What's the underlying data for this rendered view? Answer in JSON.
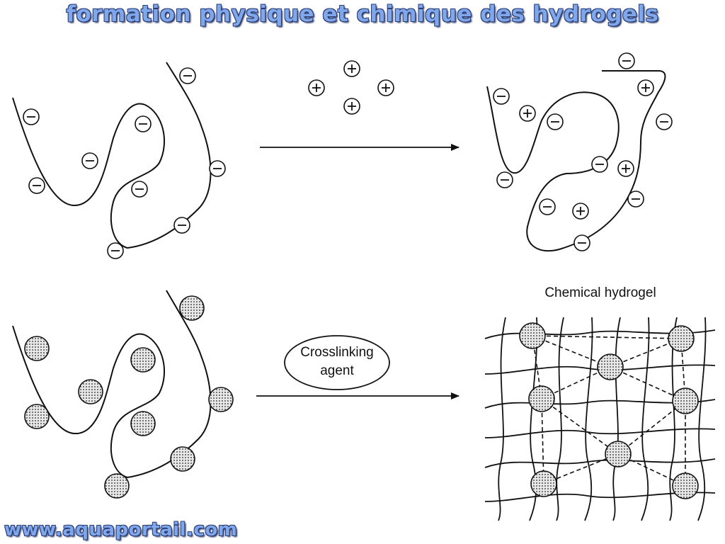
{
  "header": {
    "title": "formation physique et chimique des hydrogels"
  },
  "diagram": {
    "ionic_row": {
      "arrow_label": "",
      "plus_symbol": "+",
      "minus_symbol": "−"
    },
    "chemical_row": {
      "agent_label_line1": "Crosslinking",
      "agent_label_line2": "agent",
      "product_label": "Chemical hydrogel"
    }
  },
  "footer": {
    "watermark": "www.aquaportail.com"
  },
  "colors": {
    "title_fill": "#7fa7ea",
    "title_outline": "#2a3d78",
    "line": "#111111"
  }
}
